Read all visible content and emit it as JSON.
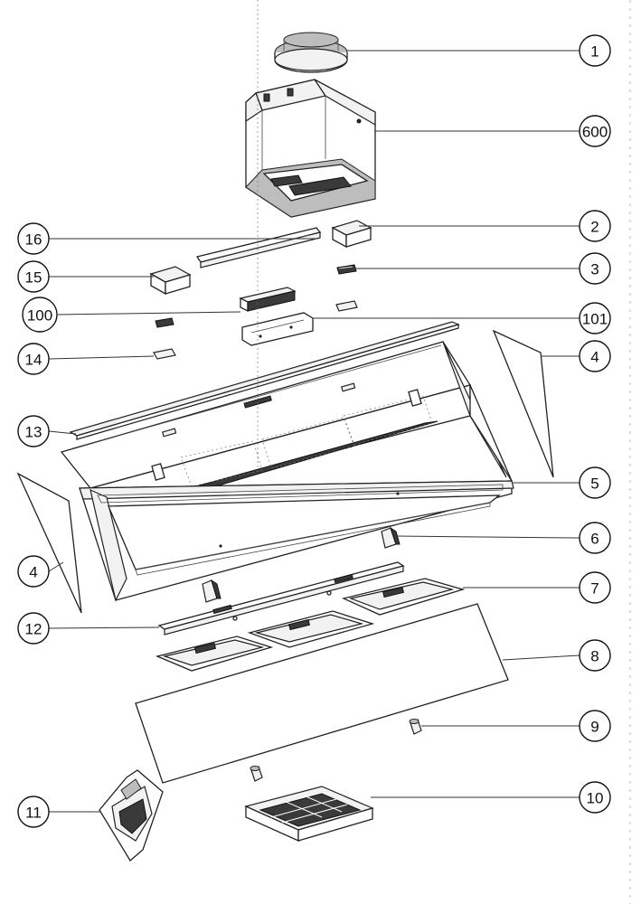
{
  "callouts": {
    "p1": "1",
    "p600": "600",
    "p2": "2",
    "p16": "16",
    "p15": "15",
    "p3": "3",
    "p100": "100",
    "p101": "101",
    "p14": "14",
    "p4r": "4",
    "p13": "13",
    "p5": "5",
    "p4l": "4",
    "p6": "6",
    "p7": "7",
    "p12": "12",
    "p8": "8",
    "p9": "9",
    "p10": "10",
    "p11": "11"
  },
  "colors": {
    "line": "#222222",
    "fill": "#ffffff",
    "shade": "#3a3a3a"
  }
}
